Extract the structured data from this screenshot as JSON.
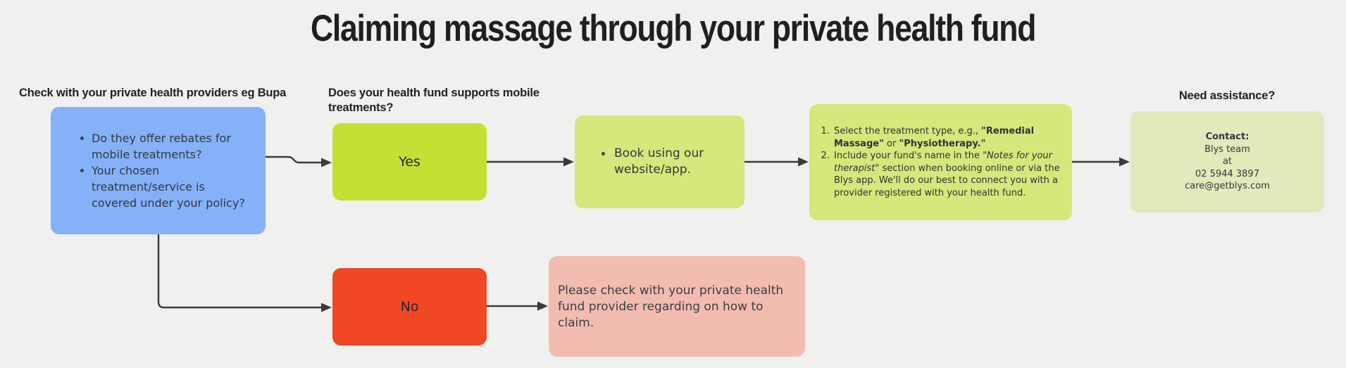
{
  "title": "Claiming massage through your private health fund",
  "colors": {
    "background": "#f0f0ee",
    "check_box": "#85b1f8",
    "yes_box": "#c5e034",
    "process_box": "#d5e87b",
    "assist_box": "#e2eabc",
    "no_box": "#f04724",
    "no_result_box": "#f3bcb1",
    "connector": "#3a3a3c",
    "text": "#33373d"
  },
  "columns": {
    "check": {
      "header": "Check with your private health providers eg Bupa",
      "box_items": [
        "Do they offer rebates for mobile treatments?",
        "Your chosen treatment/service is covered under your policy?"
      ]
    },
    "fund_support": {
      "header": "Does your health fund supports mobile treatments?",
      "yes_label": "Yes",
      "no_label": "No"
    },
    "booking": {
      "box_items": [
        "Book using our website/app."
      ]
    },
    "instructions": {
      "steps": [
        {
          "segments": [
            {
              "t": "Select the treatment type, e.g., "
            },
            {
              "t": "\"Remedial Massage\"",
              "b": true
            },
            {
              "t": " or "
            },
            {
              "t": "\"Physiotherapy.\"",
              "b": true
            }
          ]
        },
        {
          "segments": [
            {
              "t": "Include your fund's name in the "
            },
            {
              "t": "\"Notes for your therapist\"",
              "i": true
            },
            {
              "t": " section when booking online or via the Blys app. We'll do our best to connect you with a provider registered with your health fund."
            }
          ]
        }
      ]
    },
    "no_path": {
      "message": "Please check with your private health fund provider regarding on how to claim."
    },
    "assistance": {
      "header": "Need assistance?",
      "contact_label": "Contact:",
      "contact_lines": [
        "Blys team",
        "at",
        "02 5944 3897",
        "care@getblys.com"
      ]
    }
  }
}
